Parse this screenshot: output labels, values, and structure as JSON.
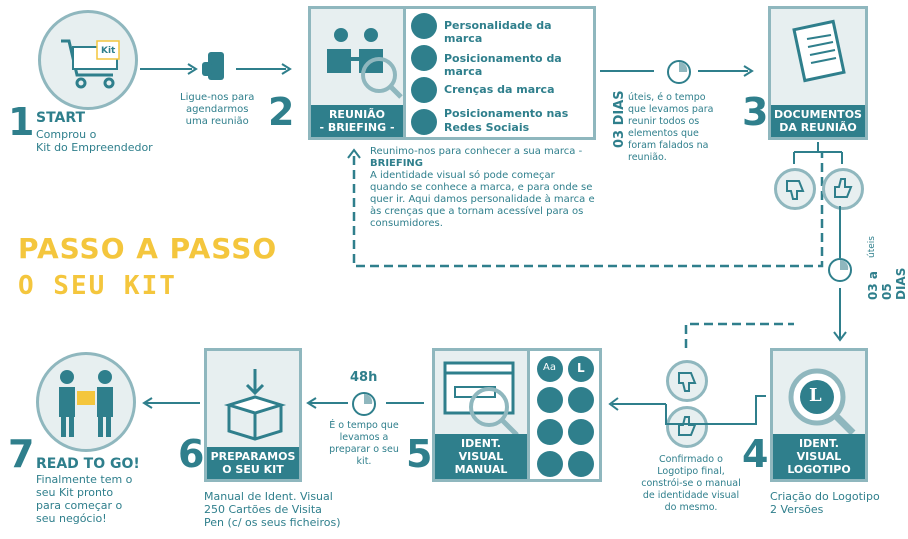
{
  "title": {
    "line1": "PASSO A PASSO",
    "line2": "O SEU KIT"
  },
  "steps": {
    "s1": {
      "num": "1",
      "title": "START",
      "desc": "Comprou o\nKit do Empreendedor",
      "kit_label": "Kit"
    },
    "s2": {
      "num": "2",
      "band": "REUNIÃO\n- BRIEFING -",
      "phone_text": "Ligue-nos para\nagendarmos\numa reunião",
      "items": [
        "Personalidade da marca",
        "Posicionamento da marca",
        "Crenças da marca",
        "Posicionamento nas\nRedes Sociais"
      ],
      "note_a": "Reunimo-nos para conhecer a sua marca -",
      "note_b": "BRIEFING",
      "note_c": "A identidade visual só pode começar\nquando se conhece a marca, e para onde se\nquer ir. Aqui damos personalidade à marca e\nàs crenças que a tornam acessível para os\nconsumidores."
    },
    "s3": {
      "num": "3",
      "band": "DOCUMENTOS\nDA REUNIÃO",
      "days": "03 DIAS",
      "days_text": "úteis, é o tempo\nque levamos para\nreunir todos os\nelementos que\nforam falados na\nreunião."
    },
    "s4": {
      "num": "4",
      "band": "IDENT. VISUAL\nLOGOTIPO",
      "logo_letter": "L",
      "desc": "Criação do Logotipo\n2 Versões",
      "days": "03 a 05\nDIAS",
      "days_small": "úteis",
      "confirm": "Confirmado o\nLogotipo final,\nconstrói-se o manual\nde identidade visual\ndo mesmo."
    },
    "s5": {
      "num": "5",
      "band": "IDENT. VISUAL\nMANUAL",
      "hours": "48h",
      "hours_text": "É o tempo que\nlevamos a\npreparar o seu\nkit.",
      "icons": [
        "Aa",
        "L"
      ]
    },
    "s6": {
      "num": "6",
      "band": "PREPARAMOS\nO SEU KIT",
      "desc": "Manual de Ident. Visual\n250 Cartões de Visita\nPen (c/ os seus ficheiros)"
    },
    "s7": {
      "num": "7",
      "title": "READ TO GO!",
      "desc": "Finalmente tem o\nseu Kit pronto\npara começar o\nseu negócio!"
    }
  },
  "colors": {
    "teal": "#2f7f8c",
    "light": "#e7eff0",
    "border": "#8fb7be",
    "yellow": "#f4c63d"
  }
}
